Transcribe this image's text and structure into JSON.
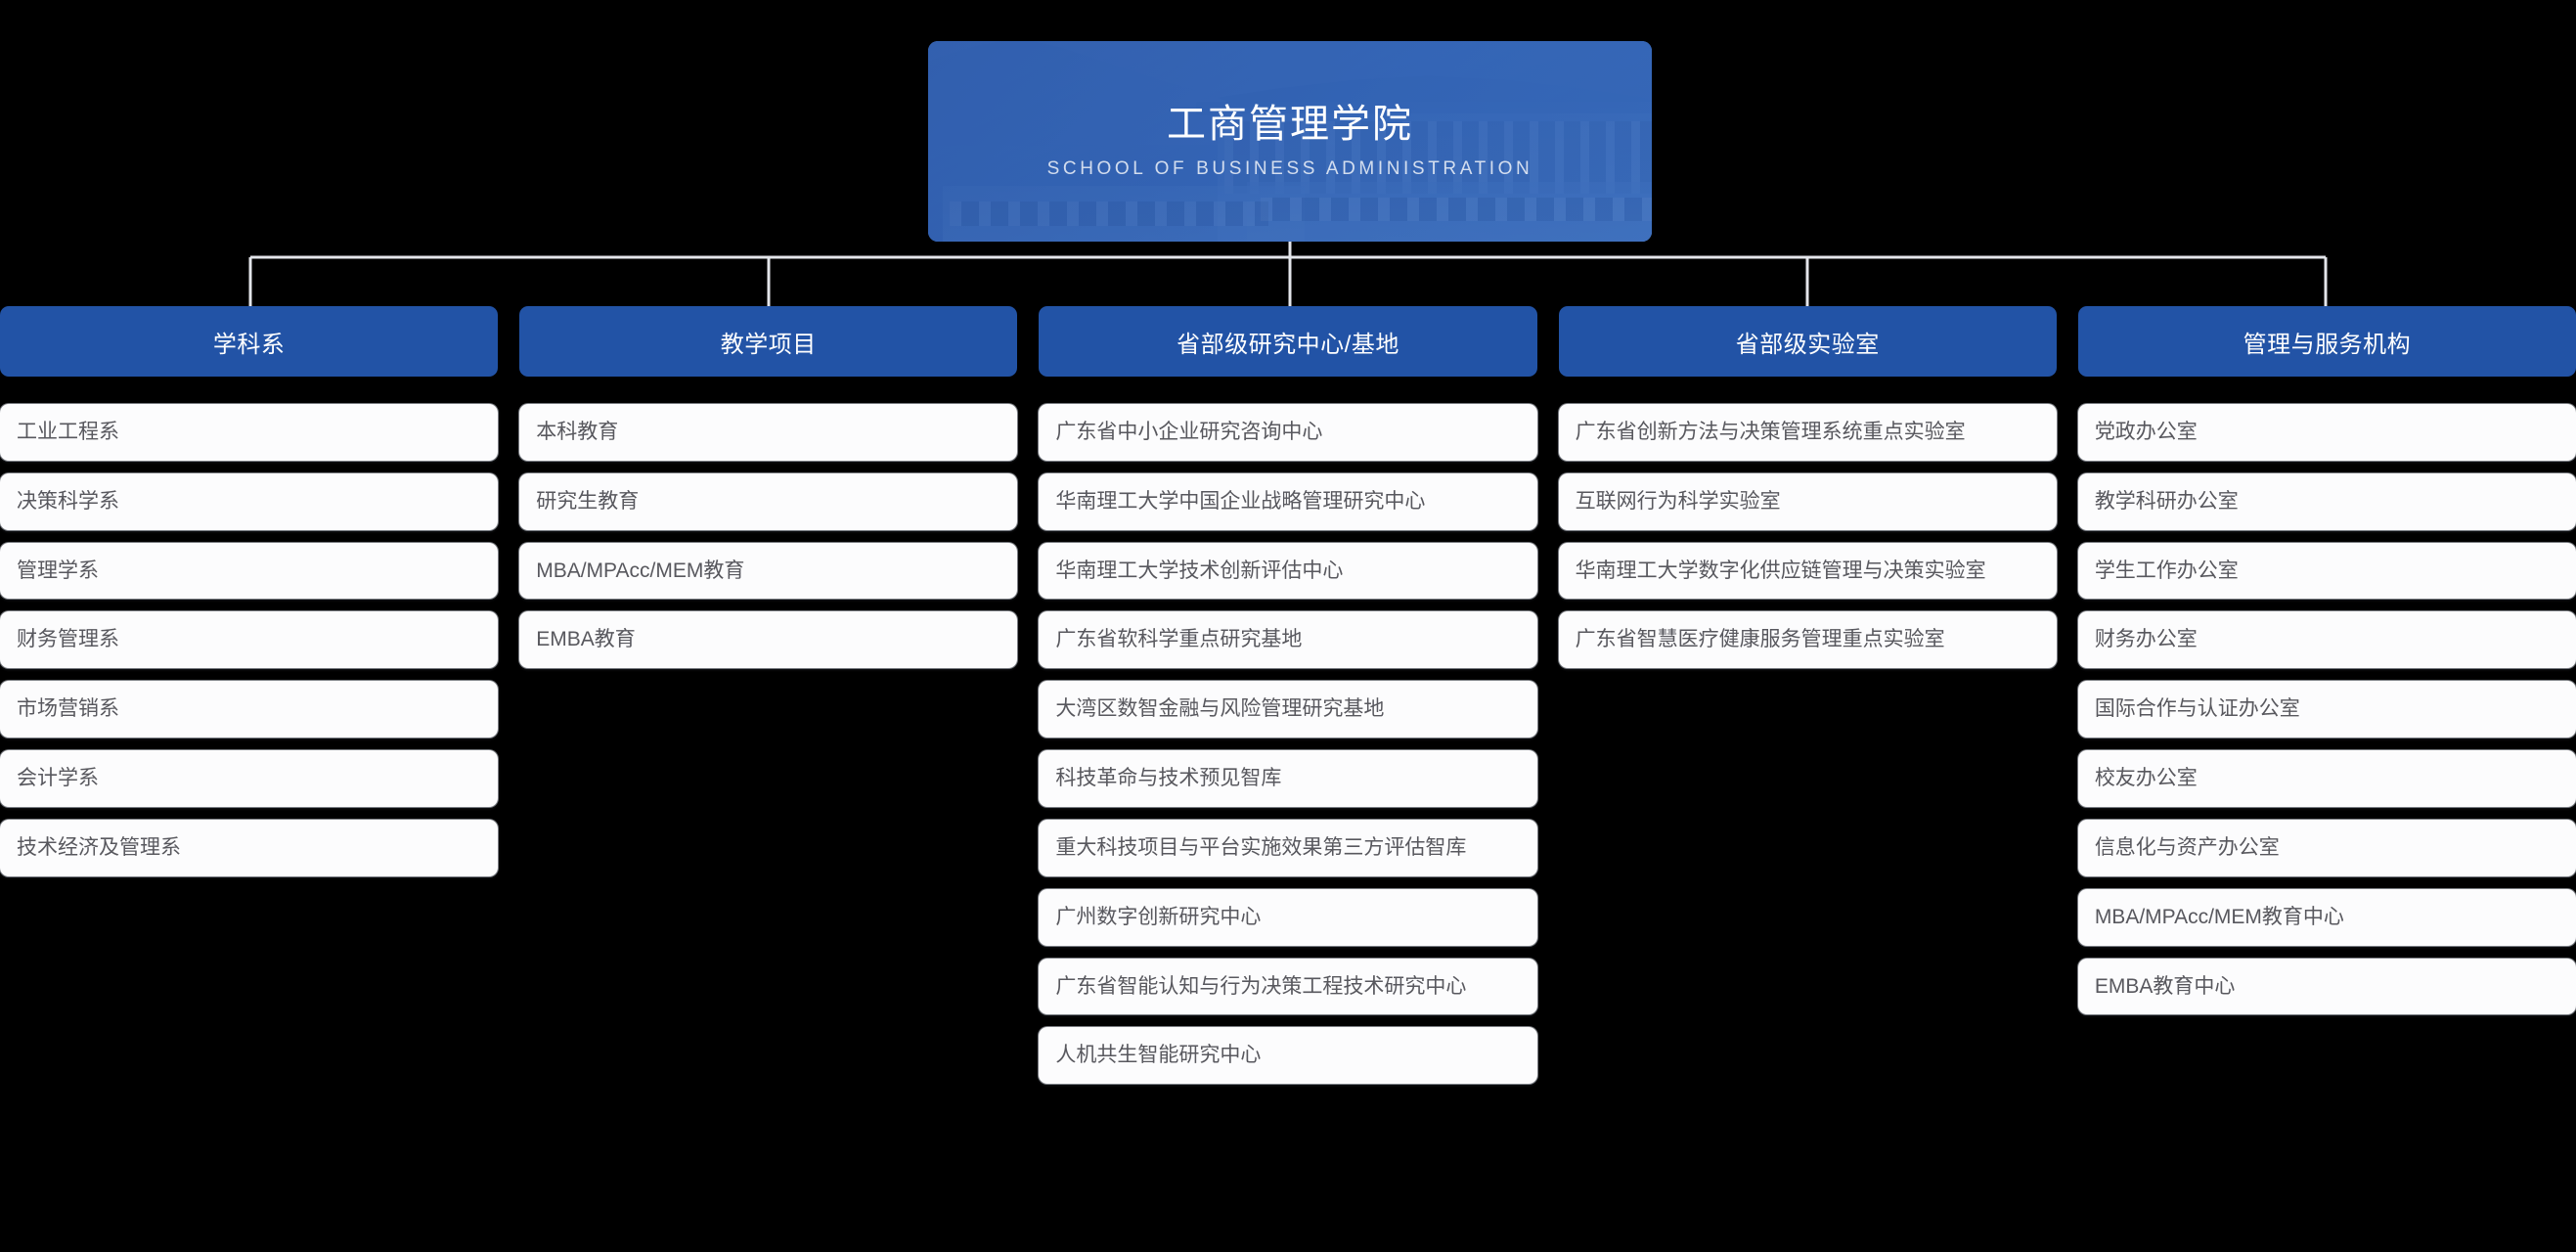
{
  "root": {
    "title_cn": "工商管理学院",
    "title_en": "SCHOOL OF BUSINESS ADMINISTRATION",
    "accent_color": "#2253A6",
    "card_bg": "#FCFCFD",
    "card_text": "#58585E",
    "page_bg": "#000000",
    "connector_color": "#E3E5EA"
  },
  "columns": [
    {
      "header": "学科系",
      "items": [
        "工业工程系",
        "决策科学系",
        "管理学系",
        "财务管理系",
        "市场营销系",
        "会计学系",
        "技术经济及管理系"
      ]
    },
    {
      "header": "教学项目",
      "items": [
        "本科教育",
        "研究生教育",
        "MBA/MPAcc/MEM教育",
        "EMBA教育"
      ]
    },
    {
      "header": "省部级研究中心/基地",
      "items": [
        "广东省中小企业研究咨询中心",
        "华南理工大学中国企业战略管理研究中心",
        "华南理工大学技术创新评估中心",
        "广东省软科学重点研究基地",
        "大湾区数智金融与风险管理研究基地",
        "科技革命与技术预见智库",
        "重大科技项目与平台实施效果第三方评估智库",
        "广州数字创新研究中心",
        "广东省智能认知与行为决策工程技术研究中心",
        "人机共生智能研究中心"
      ]
    },
    {
      "header": "省部级实验室",
      "items": [
        "广东省创新方法与决策管理系统重点实验室",
        "互联网行为科学实验室",
        "华南理工大学数字化供应链管理与决策实验室",
        "广东省智慧医疗健康服务管理重点实验室"
      ]
    },
    {
      "header": "管理与服务机构",
      "items": [
        "党政办公室",
        "教学科研办公室",
        "学生工作办公室",
        "财务办公室",
        "国际合作与认证办公室",
        "校友办公室",
        "信息化与资产办公室",
        "MBA/MPAcc/MEM教育中心",
        "EMBA教育中心"
      ]
    }
  ]
}
